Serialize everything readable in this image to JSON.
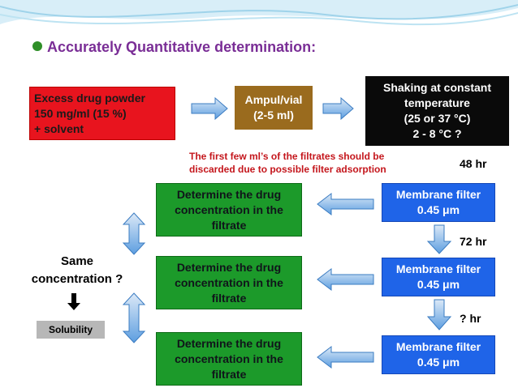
{
  "heading": "Accurately Quantitative determination:",
  "colors": {
    "red": "#e8141e",
    "brown": "#9a6b1e",
    "black": "#0a0a0a",
    "green": "#1c9a2a",
    "blue": "#1f64e8",
    "purple": "#7a2e96",
    "arrow": "#4a8fd8"
  },
  "top_row": {
    "excess": [
      "Excess drug powder",
      "150 mg/ml (15 %)",
      "+ solvent"
    ],
    "ampul": [
      "Ampul/vial",
      "(2-5 ml)"
    ],
    "shaking": [
      "Shaking at constant",
      "temperature",
      "(25 or 37 °C)",
      "2 - 8 °C ?"
    ]
  },
  "note": [
    "The first few ml’s of the filtrates should be",
    "discarded due to possible filter adsorption"
  ],
  "times": [
    "48 hr",
    "72 hr",
    "? hr"
  ],
  "determine": [
    "Determine the drug",
    "concentration in the",
    "filtrate"
  ],
  "membrane": [
    "Membrane filter",
    "0.45 μm"
  ],
  "same": [
    "Same",
    "concentration ?"
  ],
  "solubility": "Solubility"
}
